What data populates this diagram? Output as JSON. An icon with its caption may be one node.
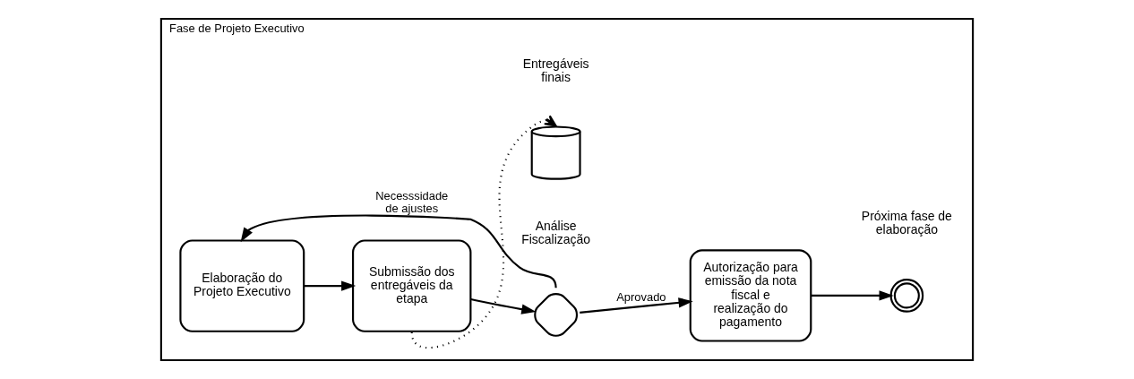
{
  "diagram": {
    "nodes": [
      {
        "text": [
          "Fase de Projeto Executivo"
        ]
      },
      {
        "text": [
          "Elaboração do Projeto Executivo"
        ],
        "in": 0
      },
      {
        "text": [
          "Submissão dos entregáveis da etapa"
        ],
        "in": 0
      },
      {
        "text": [],
        "shape": "diamond",
        "beside": [
          "Análise Fiscalização"
        ],
        "in": 0
      },
      {
        "text": [
          "Autorização para emissão da nota fiscal e realização do pagamento"
        ],
        "in": 0
      },
      {
        "text": [],
        "shape": "circle",
        "beside": [
          "Próxima fase de elaboração"
        ],
        "in": 0
      },
      {
        "text": [],
        "shape": "cylinder",
        "beside": [
          "Entregáveis finais"
        ],
        "in": 0
      }
    ],
    "edges": [
      {
        "from": 1,
        "to": 2,
        "arrow": "to"
      },
      {
        "from": 2,
        "to": 3,
        "arrow": "to"
      },
      {
        "from": 3,
        "to": 4,
        "arrow": "to",
        "label": "Aprovado"
      },
      {
        "from": 4,
        "to": 5,
        "arrow": "to"
      },
      {
        "from": 3,
        "to": 1,
        "arrow": "to",
        "label": "Necesssidade de ajustes"
      },
      {
        "from": 2,
        "to": 6,
        "arrow": "to",
        "style": "dashed"
      }
    ]
  }
}
